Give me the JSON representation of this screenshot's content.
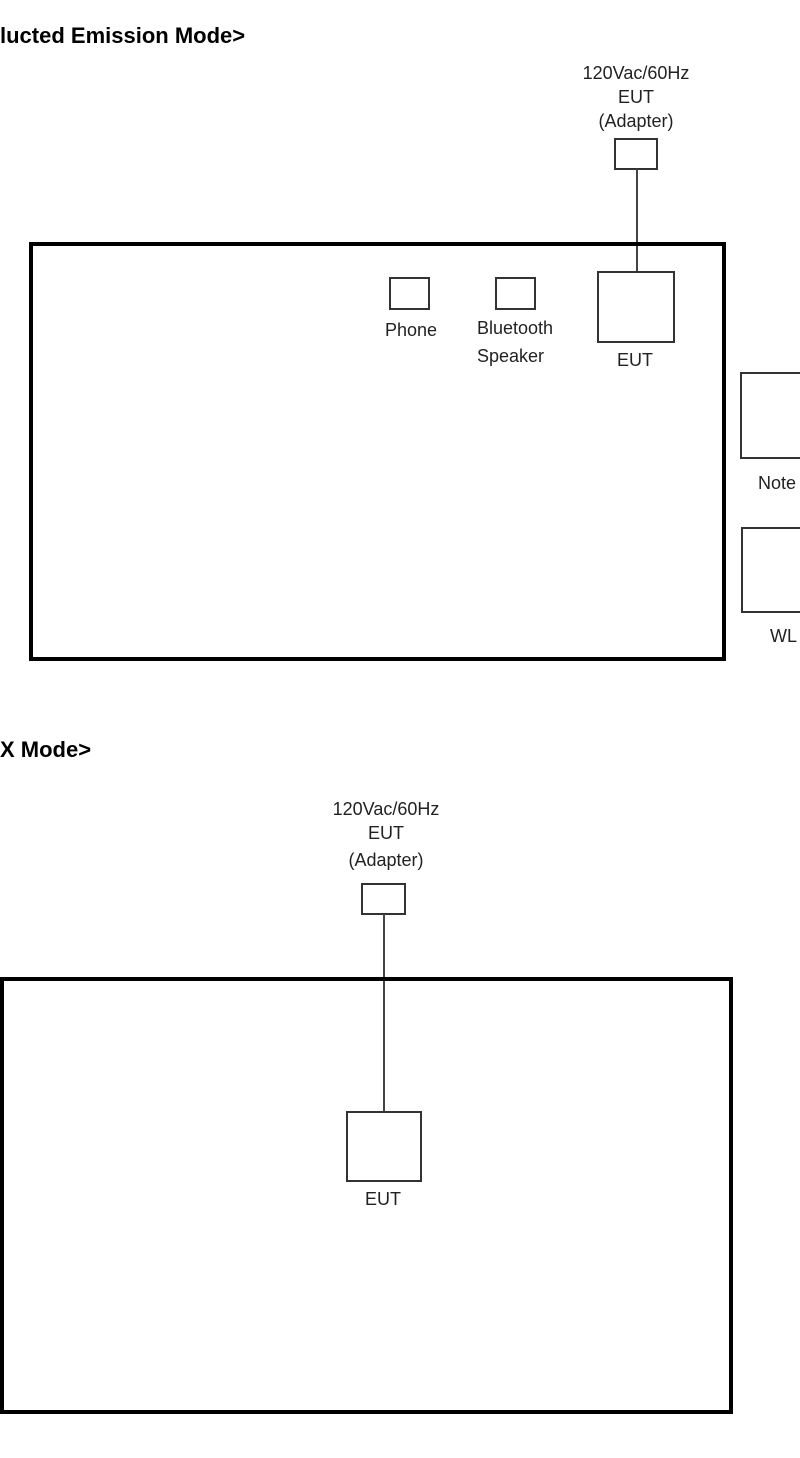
{
  "section1": {
    "title": "lucted Emission Mode>",
    "adapter_label": [
      "120Vac/60Hz",
      "EUT",
      "(Adapter)"
    ],
    "phone_label": "Phone",
    "bt_label": [
      "Bluetooth",
      "Speaker"
    ],
    "eut_label": "EUT",
    "notebook_label": "Note",
    "wlan_label": "WL"
  },
  "section2": {
    "title": "X Mode>",
    "adapter_label": [
      "120Vac/60Hz",
      "EUT",
      "(Adapter)"
    ],
    "eut_label": "EUT"
  }
}
